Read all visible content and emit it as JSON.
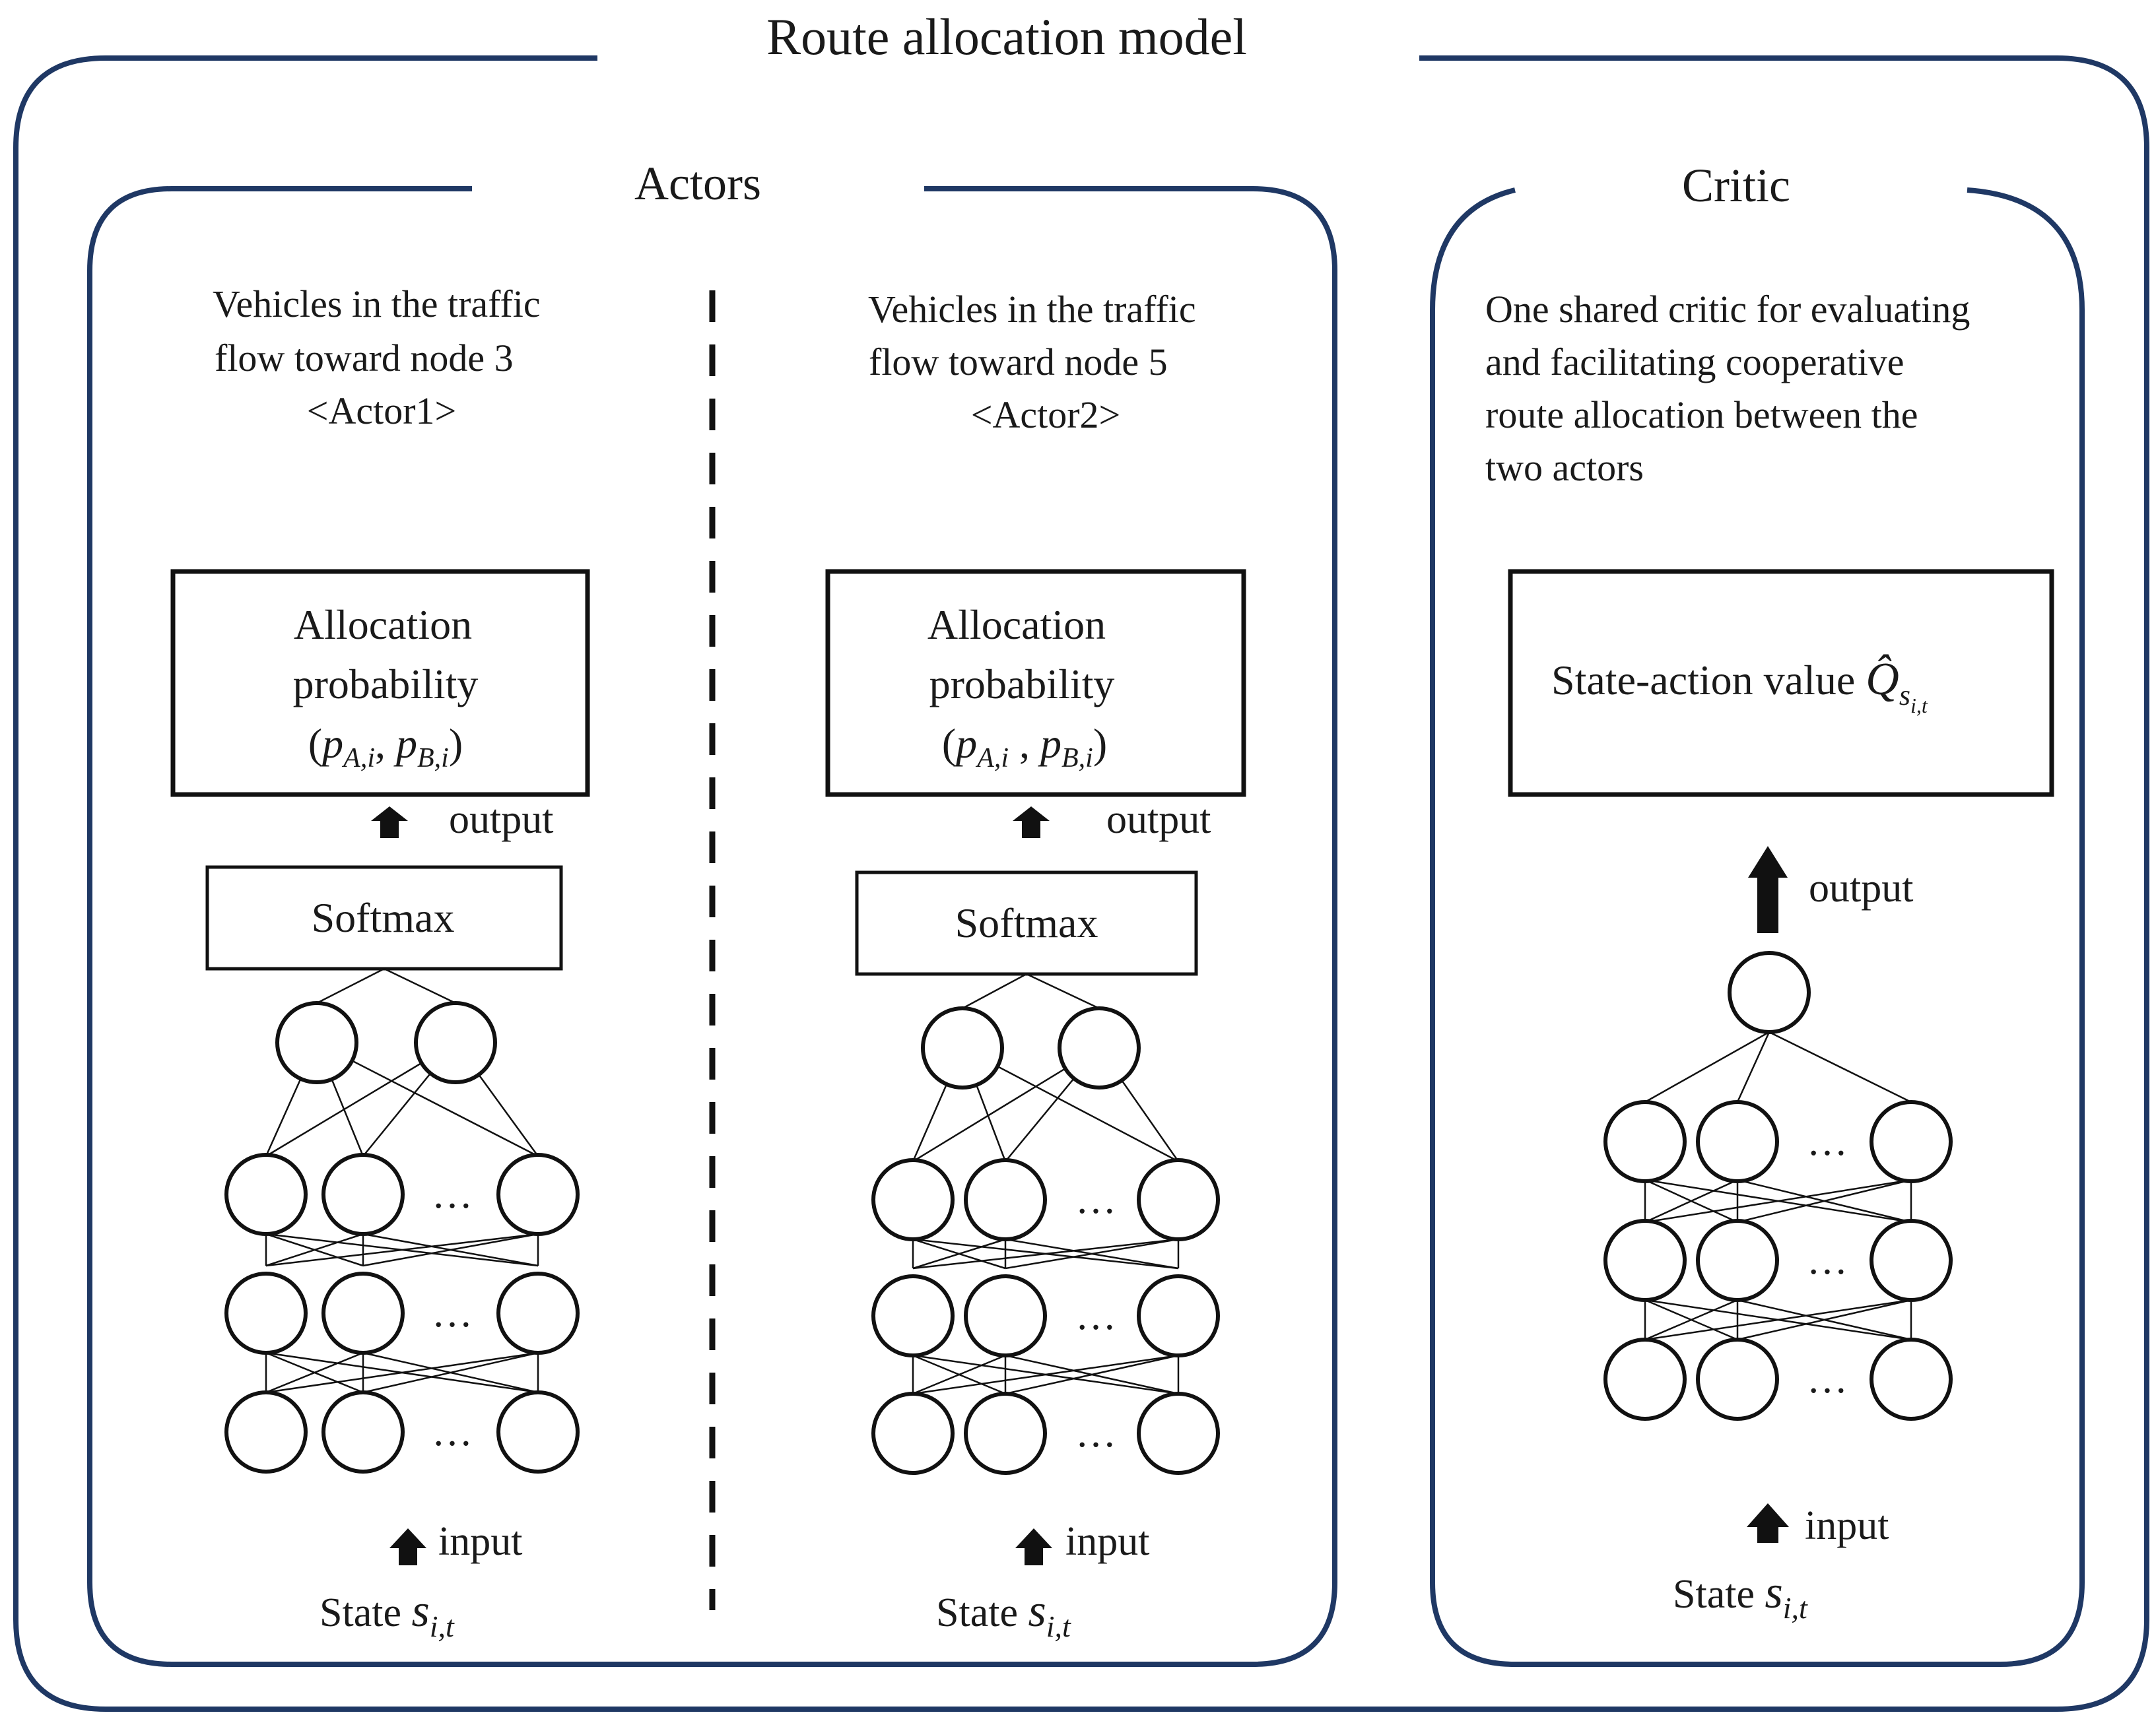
{
  "title": "Route allocation model",
  "actors_heading": "Actors",
  "critic_heading": "Critic",
  "actors": [
    {
      "desc_line1": "Vehicles in the traffic",
      "desc_line2": "flow toward node 3",
      "name": "<Actor1>",
      "output_box_line1": "Allocation",
      "output_box_line2": "probability",
      "output_box_formula": "(pA,i, pB,i)",
      "softmax_label": "Softmax",
      "output_label": "output",
      "input_label": "input",
      "state_label": "State",
      "state_symbol": "s",
      "state_subscript": "i,t",
      "ellipsis": "…"
    },
    {
      "desc_line1": "Vehicles in the traffic",
      "desc_line2": "flow toward node 5",
      "name": "<Actor2>",
      "output_box_line1": "Allocation",
      "output_box_line2": "probability",
      "output_box_formula": "(pA,i , pB,i)",
      "softmax_label": "Softmax",
      "output_label": "output",
      "input_label": "input",
      "state_label": "State",
      "state_symbol": "s",
      "state_subscript": "i,t",
      "ellipsis": "…"
    }
  ],
  "critic": {
    "desc_line1": "One shared critic for evaluating",
    "desc_line2": "and facilitating cooperative",
    "desc_line3": "route allocation between the",
    "desc_line4": "two actors",
    "value_label": "State-action value",
    "value_symbol": "Q̂",
    "value_subscript": "s",
    "value_subsubscript": "i,t",
    "output_label": "output",
    "input_label": "input",
    "state_label": "State",
    "state_symbol": "s",
    "state_subscript": "i,t",
    "ellipsis": "…"
  },
  "colors": {
    "frame": "#1f3864",
    "ink": "#111111"
  }
}
